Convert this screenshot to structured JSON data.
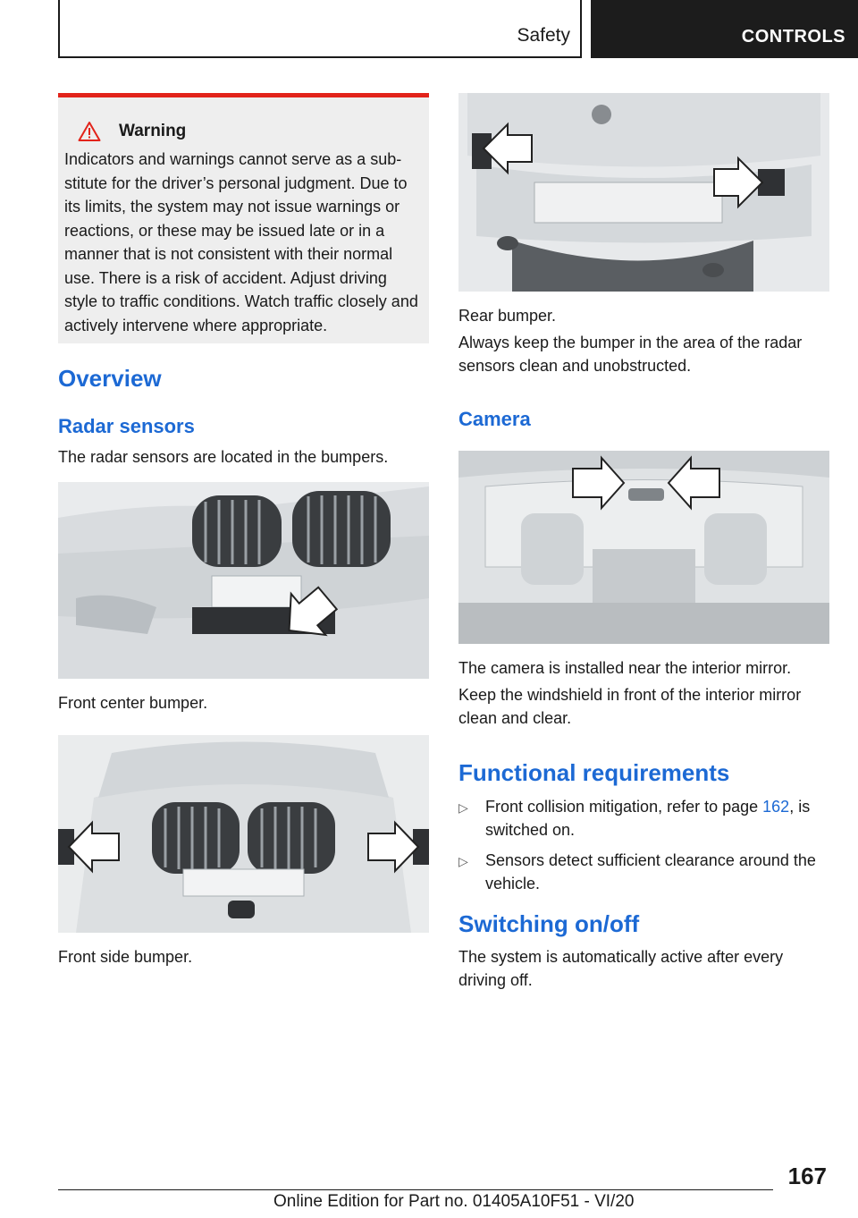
{
  "header": {
    "section": "Safety",
    "chapter": "CONTROLS"
  },
  "warning": {
    "title": "Warning",
    "text": "Indicators and warnings cannot serve as a sub-stitute for the driver’s personal judgment. Due to its limits, the system may not issue warnings or reactions, or these may be issued late or in a manner that is not consistent with their normal use. There is a risk of accident. Adjust driving style to traffic conditions. Watch traffic closely and actively intervene where appropriate.",
    "icon": "warning-triangle-icon",
    "accent_color": "#e2231a"
  },
  "overview": {
    "heading": "Overview",
    "radar": {
      "heading": "Radar sensors",
      "text": "The radar sensors are located in the bumpers.",
      "front_center_caption": "Front center bumper.",
      "front_side_caption": "Front side bumper."
    }
  },
  "rear": {
    "caption": "Rear bumper.",
    "text": "Always keep the bumper in the area of the radar sensors clean and unobstructed."
  },
  "camera": {
    "heading": "Camera",
    "caption": "The camera is installed near the interior mirror.",
    "text": "Keep the windshield in front of the interior mirror clean and clear."
  },
  "functional": {
    "heading": "Functional requirements",
    "items": [
      {
        "before": "Front collision mitigation, refer to page ",
        "link": "162",
        "after": ", is switched on."
      },
      {
        "before": "Sensors detect sufficient clearance around the vehicle.",
        "link": "",
        "after": ""
      }
    ]
  },
  "switching": {
    "heading": "Switching on/off",
    "text": "The system is automatically active after every driving off."
  },
  "footer": {
    "page_number": "167",
    "edition": "Online Edition for Part no. 01405A10F51 - VI/20"
  },
  "colors": {
    "heading_blue": "#1c69d4",
    "tab_dark": "#1c1c1c",
    "box_gray": "#eeeeee"
  }
}
